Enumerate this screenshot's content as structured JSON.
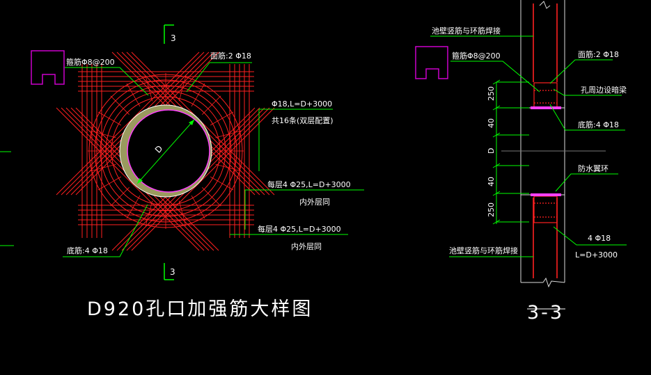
{
  "colors": {
    "background": "#000000",
    "rebar": "#ff2020",
    "leader": "#00ff00",
    "text": "#ffffff",
    "tag": "#cc00cc",
    "hole_fill": "#9a9a5e",
    "wall_line": "#dddddd",
    "waterstop": "#ff40ff"
  },
  "detail_left": {
    "title": "D920孔口加强筋大样图",
    "section_mark_top": "3",
    "section_mark_bottom": "3",
    "diameter_label": "D",
    "labels": {
      "stirrup": "箍筋Φ8@200",
      "face_bar": "面筋:2 Φ18",
      "diag_bar_1": "Φ18,L=D+3000",
      "diag_bar_2": "共16条(双层配置)",
      "layer_bar_1": "每层4 Φ25,L=D+3000",
      "layer_bar_1_note": "内外层同",
      "layer_bar_2": "每层4 Φ25,L=D+3000",
      "layer_bar_2_note": "内外层同",
      "bottom_bar": "底筋:4 Φ18"
    }
  },
  "detail_right": {
    "title": "3-3",
    "labels": {
      "wall_bar_top": "池壁竖筋与环筋焊接",
      "stirrup": "箍筋Φ8@200",
      "face_bar": "面筋:2 Φ18",
      "beam": "孔周边设暗梁",
      "bottom_bar": "底筋:4 Φ18",
      "waterstop": "防水翼环",
      "bars": "4 Φ18",
      "bars_length": "L=D+3000",
      "wall_bar_bottom": "池壁竖筋与环筋焊接"
    },
    "dimensions": [
      "250",
      "40",
      "D",
      "40",
      "250"
    ]
  }
}
